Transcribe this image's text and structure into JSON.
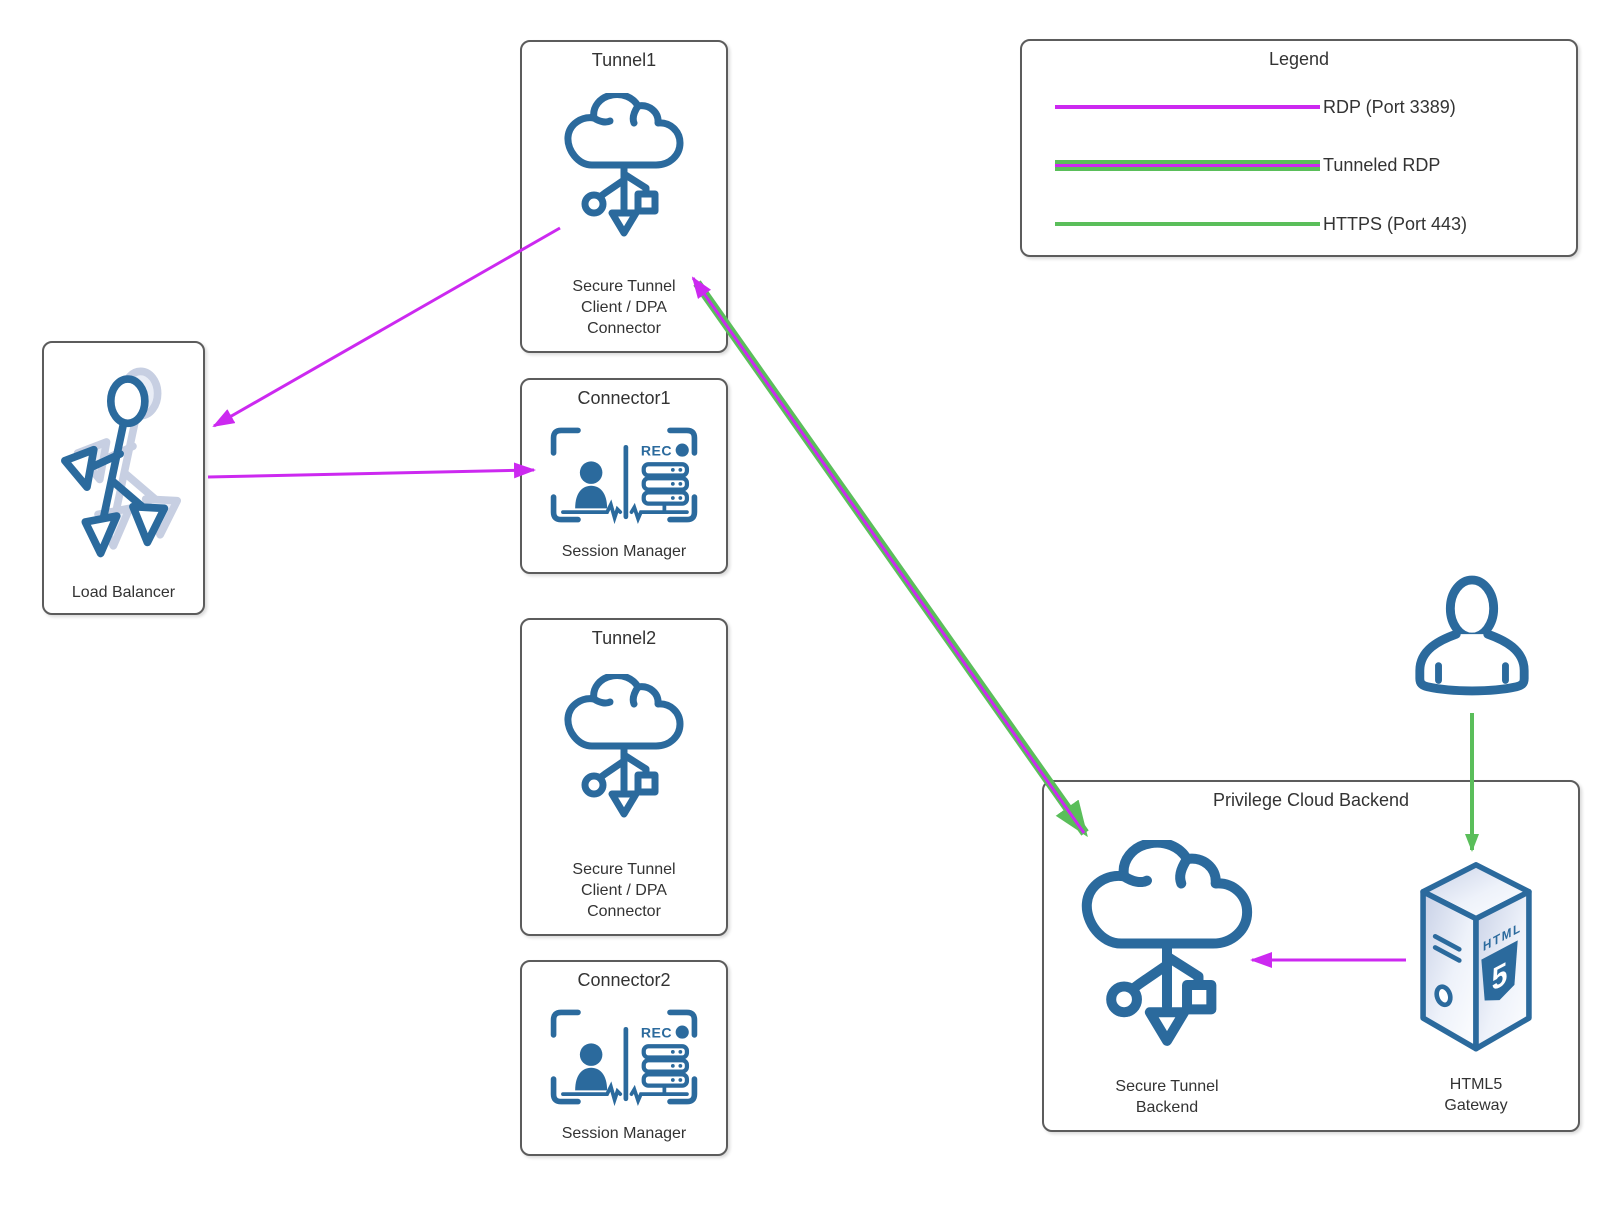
{
  "colors": {
    "magenta": "#CC29F0",
    "green": "#5ABE5A",
    "blue": "#2B6A9D",
    "box_border": "#5C5C5C",
    "text": "#333333"
  },
  "legend": {
    "title": "Legend",
    "items": [
      {
        "label": "RDP (Port 3389)",
        "style": "rdp"
      },
      {
        "label": "Tunneled RDP",
        "style": "tunneled"
      },
      {
        "label": "HTTPS (Port 443)",
        "style": "https"
      }
    ]
  },
  "nodes": {
    "tunnel1": {
      "title": "Tunnel1",
      "label": "Secure Tunnel Client / DPA Connector"
    },
    "connector1": {
      "title": "Connector1",
      "label": "Session Manager"
    },
    "tunnel2": {
      "title": "Tunnel2",
      "label": "Secure Tunnel Client / DPA Connector"
    },
    "connector2": {
      "title": "Connector2",
      "label": "Session Manager"
    },
    "load_balancer": {
      "label": "Load Balancer"
    },
    "privilege_cloud_backend": {
      "title": "Privilege Cloud Backend",
      "secure_tunnel_backend_label": "Secure Tunnel Backend",
      "html5_gateway_label": "HTML5 Gateway"
    }
  },
  "icons": {
    "rec_label": "REC",
    "html5_brand": "HTML",
    "html5_numeral": "5"
  },
  "connections": [
    {
      "from": "Tunnel1",
      "to": "Load Balancer",
      "type": "RDP (Port 3389)"
    },
    {
      "from": "Load Balancer",
      "to": "Connector1",
      "type": "RDP (Port 3389)"
    },
    {
      "from": "Tunnel1",
      "to": "Privilege Cloud Backend",
      "type": "Tunneled RDP"
    },
    {
      "from": "User",
      "to": "HTML5 Gateway",
      "type": "HTTPS (Port 443)"
    },
    {
      "from": "HTML5 Gateway",
      "to": "Secure Tunnel Backend",
      "type": "RDP (Port 3389)"
    }
  ]
}
